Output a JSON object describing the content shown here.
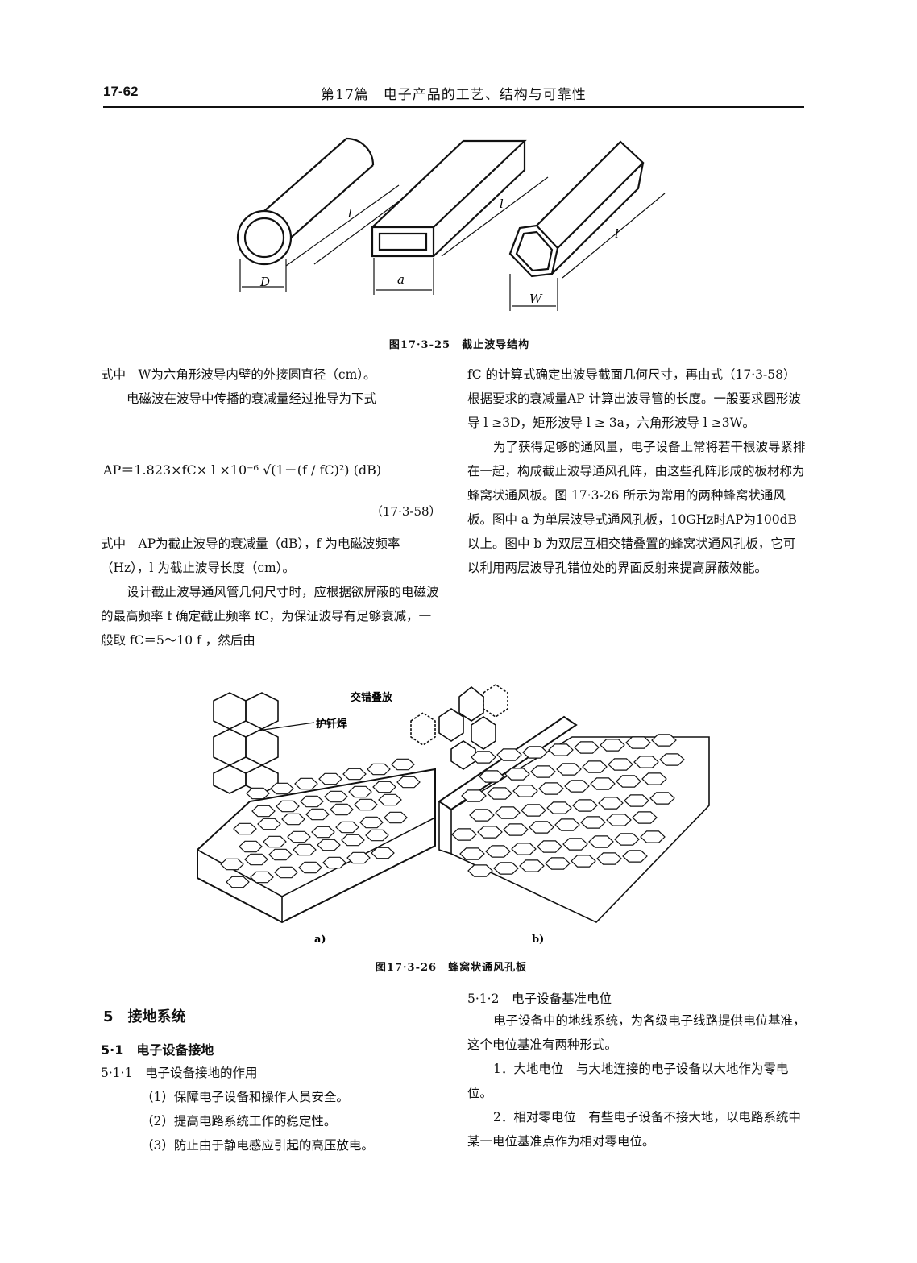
{
  "header": {
    "page_number": "17-62",
    "running_title": "第17篇　电子产品的工艺、结构与可靠性"
  },
  "figure25": {
    "caption": "图17·3-25　截止波导结构",
    "labels": {
      "D": "D",
      "a": "a",
      "W": "W",
      "l": "l"
    }
  },
  "left_column": {
    "p1": "式中　W为六角形波导内壁的外接圆直径（cm）。",
    "p2": "电磁波在波导中传播的衰减量经过推导为下式",
    "formula": "AP＝1.823×fC× l ×10⁻⁶ √(1－(f / fC)²) (dB)",
    "eq_no": "（17·3-58）",
    "p3": "式中　AP为截止波导的衰减量（dB），f 为电磁波频率（Hz），l 为截止波导长度（cm）。",
    "p4": "设计截止波导通风管几何尺寸时，应根据欲屏蔽的电磁波的最高频率 f 确定截止频率 fC，为保证波导有足够衰减，一般取 fC＝5～10 f ，然后由"
  },
  "right_column": {
    "p1": "fC 的计算式确定出波导截面几何尺寸，再由式（17·3-58）根据要求的衰减量AP 计算出波导管的长度。一般要求圆形波导 l ≥3D，矩形波导 l ≥ 3a，六角形波导 l ≥3W。",
    "p2": "为了获得足够的通风量，电子设备上常将若干根波导紧排在一起，构成截止波导通风孔阵，由这些孔阵形成的板材称为蜂窝状通风板。图 17·3-26 所示为常用的两种蜂窝状通风板。图中 a 为单层波导式通风孔板，10GHz时AP为100dB以上。图中 b 为双层互相交错叠置的蜂窝状通风孔板，它可以利用两层波导孔错位处的界面反射来提高屏蔽效能。"
  },
  "figure26": {
    "caption": "图17·3-26　蜂窝状通风孔板",
    "label_weld": "护钎焊",
    "label_stagger": "交错叠放",
    "label_a": "a)",
    "label_b": "b)"
  },
  "section": {
    "h5": "5　接地系统",
    "h51": "5·1　电子设备接地",
    "h511": "5·1·1　电子设备接地的作用",
    "item1": "（1）保障电子设备和操作人员安全。",
    "item2": "（2）提高电路系统工作的稳定性。",
    "item3": "（3）防止由于静电感应引起的高压放电。",
    "h512": "5·1·2　电子设备基准电位",
    "r1": "电子设备中的地线系统，为各级电子线路提供电位基准，这个电位基准有两种形式。",
    "r2": "1．大地电位　与大地连接的电子设备以大地作为零电位。",
    "r3": "2．相对零电位　有些电子设备不接大地，以电路系统中某一电位基准点作为相对零电位。"
  }
}
